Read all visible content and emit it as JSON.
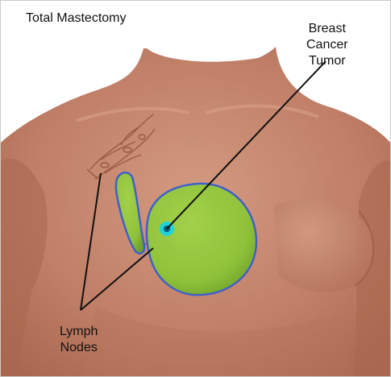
{
  "title": "Total Mastectomy",
  "labels": {
    "tumor": [
      "Breast",
      "Cancer",
      "Tumor"
    ],
    "lymph_nodes": [
      "Lymph",
      "Nodes"
    ]
  },
  "colors": {
    "skin": "#c07f67",
    "skin_shadow": "#9c5f4c",
    "skin_light": "#d6997f",
    "tissue_fill": "#8fc23a",
    "tissue_outline": "#4060c8",
    "tumor": "#1fd3d8",
    "leader_line": "#111111"
  }
}
